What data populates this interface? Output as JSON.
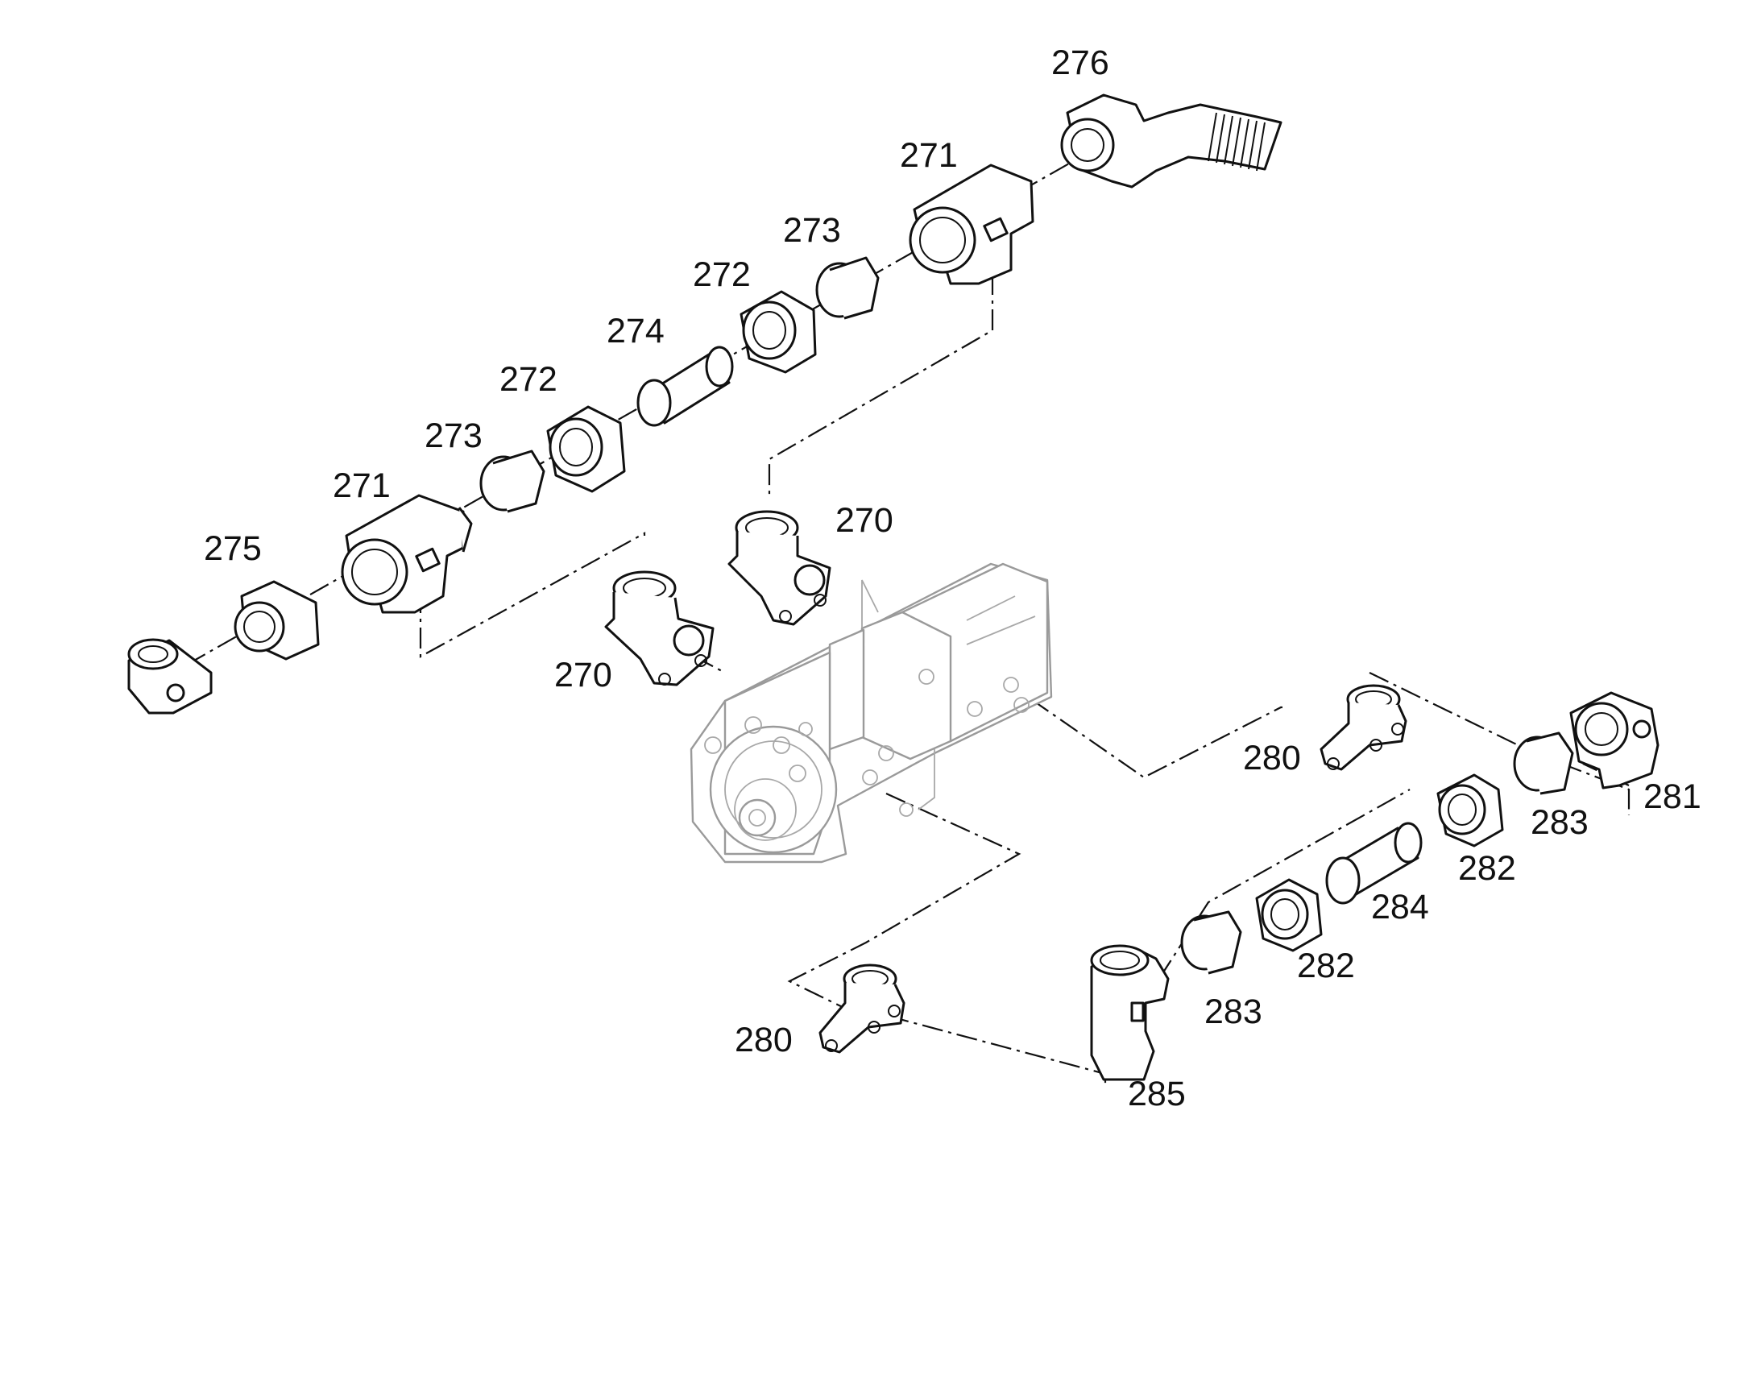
{
  "callouts": {
    "c270_upper": "270",
    "c270_lower": "270",
    "c271_upper": "271",
    "c271_lower": "271",
    "c272_upper": "272",
    "c272_lower": "272",
    "c273_upper": "273",
    "c273_lower": "273",
    "c274": "274",
    "c275": "275",
    "c276": "276",
    "c280_right": "280",
    "c280_lower": "280",
    "c281": "281",
    "c282_upper": "282",
    "c282_lower": "282",
    "c283_upper": "283",
    "c283_lower": "283",
    "c284": "284",
    "c285": "285"
  },
  "colors": {
    "line": "#111111",
    "pump_outline": "#9a9a9a",
    "background": "#ffffff"
  }
}
